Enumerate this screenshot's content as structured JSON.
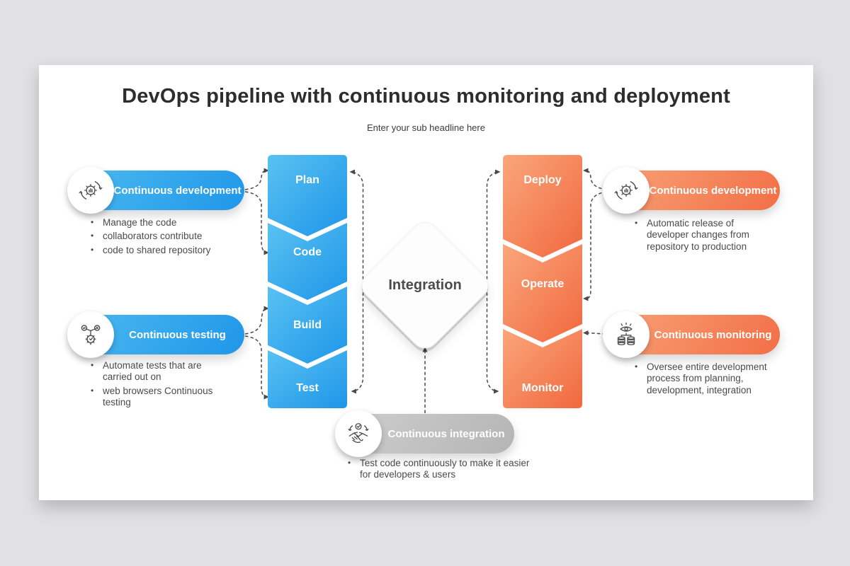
{
  "slide": {
    "title": "DevOps pipeline with continuous monitoring and deployment",
    "subtitle": "Enter your sub headline here"
  },
  "colors": {
    "blue": "#1f96e8",
    "blue_light": "#4cbbf1",
    "orange": "#f26f46",
    "orange_light": "#f9a277",
    "gray_pill": "#bdbdbd",
    "connector": "#4a4a4a",
    "text": "#4a4a4a"
  },
  "pipeline": {
    "center": {
      "label": "Integration"
    },
    "left_column": {
      "steps": [
        "Plan",
        "Code",
        "Build",
        "Test"
      ]
    },
    "right_column": {
      "steps": [
        "Deploy",
        "Operate",
        "Monitor"
      ]
    }
  },
  "cards": {
    "dev_left": {
      "label": "Continuous development",
      "icon": "gear-cycle-icon",
      "bullets": [
        "Manage the code",
        "collaborators contribute",
        "code to shared repository"
      ]
    },
    "testing": {
      "label": "Continuous testing",
      "icon": "test-automation-icon",
      "bullets": [
        "Automate tests that are carried out on",
        "web browsers Continuous testing"
      ]
    },
    "dev_right": {
      "label": "Continuous development",
      "icon": "gear-cycle-icon",
      "bullets": [
        "Automatic release of developer changes from repository to production"
      ]
    },
    "monitoring": {
      "label": "Continuous monitoring",
      "icon": "eye-database-icon",
      "bullets": [
        "Oversee entire development process from planning, development, integration"
      ]
    },
    "integration": {
      "label": "Continuous integration",
      "icon": "handshake-check-icon",
      "bullets": [
        "Test code continuously to make it easier for developers & users"
      ]
    }
  }
}
